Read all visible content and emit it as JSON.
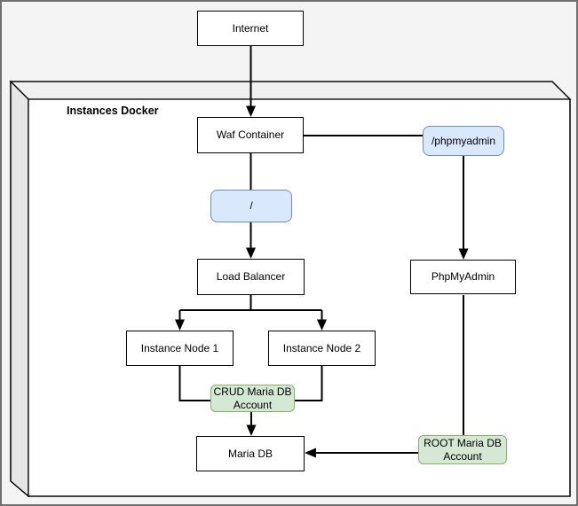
{
  "container": {
    "label": "Instances Docker"
  },
  "nodes": {
    "internet": {
      "label": "Internet",
      "type": "box"
    },
    "waf_container": {
      "label": "Waf Container",
      "type": "box"
    },
    "path_root": {
      "label": "/",
      "type": "route-label"
    },
    "path_phpmyadmin": {
      "label": "/phpmyadmin",
      "type": "route-label"
    },
    "load_balancer": {
      "label": "Load Balancer",
      "type": "box"
    },
    "phpmyadmin": {
      "label": "PhpMyAdmin",
      "type": "box"
    },
    "instance_node_1": {
      "label": "Instance Node 1",
      "type": "box"
    },
    "instance_node_2": {
      "label": "Instance Node 2",
      "type": "box"
    },
    "crud_account": {
      "label": "CRUD Maria DB Account",
      "type": "account-label"
    },
    "maria_db": {
      "label": "Maria DB",
      "type": "box"
    },
    "root_account": {
      "label": "ROOT Maria DB Account",
      "type": "account-label"
    }
  },
  "edges": [
    {
      "from": "internet",
      "to": "waf_container",
      "arrow": true
    },
    {
      "from": "waf_container",
      "to": "load_balancer",
      "arrow": true,
      "label_node": "path_root"
    },
    {
      "from": "waf_container",
      "to": "phpmyadmin",
      "arrow": true,
      "label_node": "path_phpmyadmin"
    },
    {
      "from": "load_balancer",
      "to": "instance_node_1",
      "arrow": true
    },
    {
      "from": "load_balancer",
      "to": "instance_node_2",
      "arrow": true
    },
    {
      "from": "instance_node_1",
      "to": "crud_account",
      "arrow": false
    },
    {
      "from": "instance_node_2",
      "to": "crud_account",
      "arrow": false
    },
    {
      "from": "crud_account",
      "to": "maria_db",
      "arrow": true
    },
    {
      "from": "phpmyadmin",
      "to": "root_account",
      "arrow": false
    },
    {
      "from": "root_account",
      "to": "maria_db",
      "arrow": true
    }
  ],
  "colors": {
    "background": "#f4f4f4",
    "box_fill": "#ffffff",
    "box_stroke": "#000000",
    "route_fill": "#dae8fc",
    "route_stroke": "#6c8ebf",
    "account_fill": "#d5e8d4",
    "account_stroke": "#82b366",
    "connector": "#000000",
    "cube_top_fill": "#f0f0f0",
    "cube_side_fill": "#e6e6e6",
    "cube_front_fill": "#ffffff"
  }
}
